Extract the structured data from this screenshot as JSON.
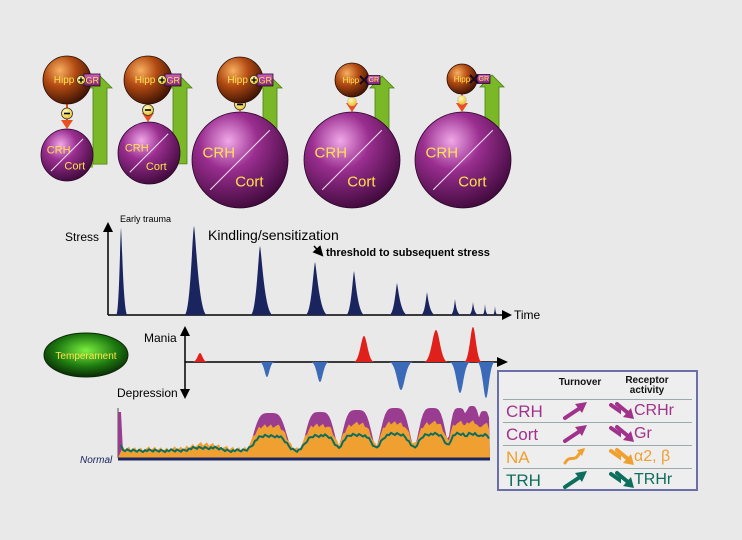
{
  "hpa_axis": {
    "hipp_label": "Hipp",
    "gr_label": "GR",
    "crh_label": "CRH",
    "cort_label": "Cort",
    "stages": [
      {
        "gr_link": "plus",
        "feedback": "minus"
      },
      {
        "gr_link": "plus",
        "feedback": "minus"
      },
      {
        "gr_link": "plus",
        "feedback": "minus"
      },
      {
        "gr_link": "blocked",
        "feedback": "weak"
      },
      {
        "gr_link": "blocked",
        "feedback": "weak"
      }
    ]
  },
  "stress_panel": {
    "ylabel": "Stress",
    "xlabel": "Time",
    "early_trauma": "Early trauma",
    "kindling": "Kindling/sensitization",
    "threshold": "threshold to subsequent stress"
  },
  "mood_panel": {
    "mania": "Mania",
    "depression": "Depression",
    "temperament": "Temperament"
  },
  "hormone_panel": {
    "baseline": "Normal"
  },
  "legend": {
    "col_turnover": "Turnover",
    "col_receptor_line1": "Receptor",
    "col_receptor_line2": "activity",
    "rows": [
      {
        "name": "CRH",
        "receptor": "CRHr",
        "color": "#a0328c"
      },
      {
        "name": "Cort",
        "receptor": "Gr",
        "color": "#a0328c"
      },
      {
        "name": "NA",
        "receptor": "α2, β",
        "color": "#f0a030"
      },
      {
        "name": "TRH",
        "receptor": "TRHr",
        "color": "#0e6e5e"
      }
    ]
  },
  "colors": {
    "stress_spike": "#1a2560",
    "mania_spike": "#e0201a",
    "depression_spike": "#3a6ab8",
    "feedback_arrow": "#7ab828",
    "inhibit_arrow": "#e85020",
    "hipp_ball": "#8a3a10",
    "crh_ball": "#8a2a80"
  }
}
